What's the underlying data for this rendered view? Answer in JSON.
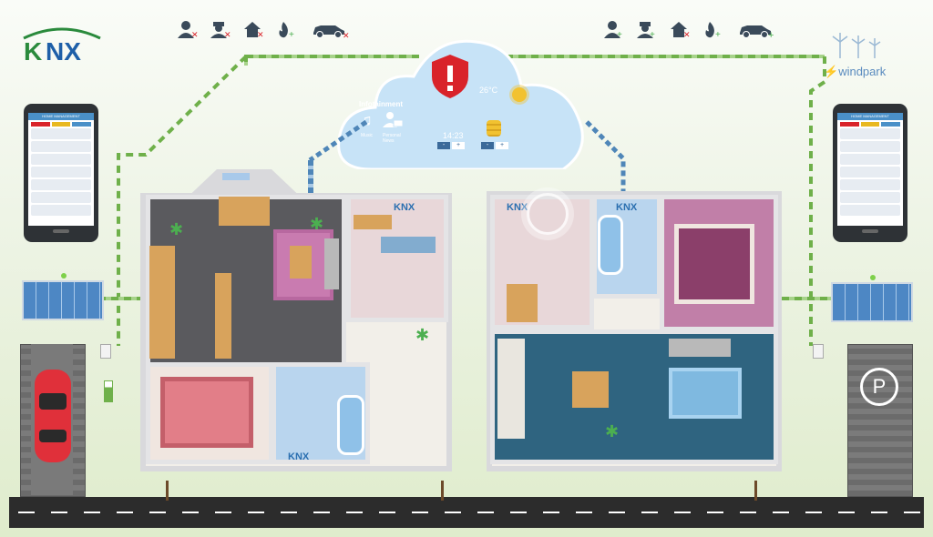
{
  "brand": {
    "logo_text": "KNX",
    "logo_colors": {
      "k": "#2a8a3c",
      "nx": "#1e5fa8"
    }
  },
  "windpark": {
    "label": "windpark"
  },
  "cloud": {
    "infotainment_label": "Infotainment",
    "music_label": "Music",
    "news_label": "Personal News",
    "temperature": "26°C",
    "time": "14:23",
    "minus": "-",
    "plus": "+"
  },
  "status_icons_left": [
    "person-remove-icon",
    "burglar-remove-icon",
    "home-remove-icon",
    "fire-add-icon",
    "car-remove-icon"
  ],
  "status_icons_right": [
    "person-add-icon",
    "burglar-add-icon",
    "home-remove-icon",
    "fire-add-icon",
    "car-add-icon"
  ],
  "tablet": {
    "title": "HOME MANAGEMENT"
  },
  "house_labels": {
    "knx1": "KNX",
    "knx2": "KNX",
    "knx3": "KNX",
    "knx4": "KNX"
  },
  "parking": {
    "symbol": "P"
  },
  "colors": {
    "grass": "#dfeccc",
    "cloud": "#c7e3f7",
    "alert": "#d9232a",
    "road": "#2c2c2c"
  }
}
